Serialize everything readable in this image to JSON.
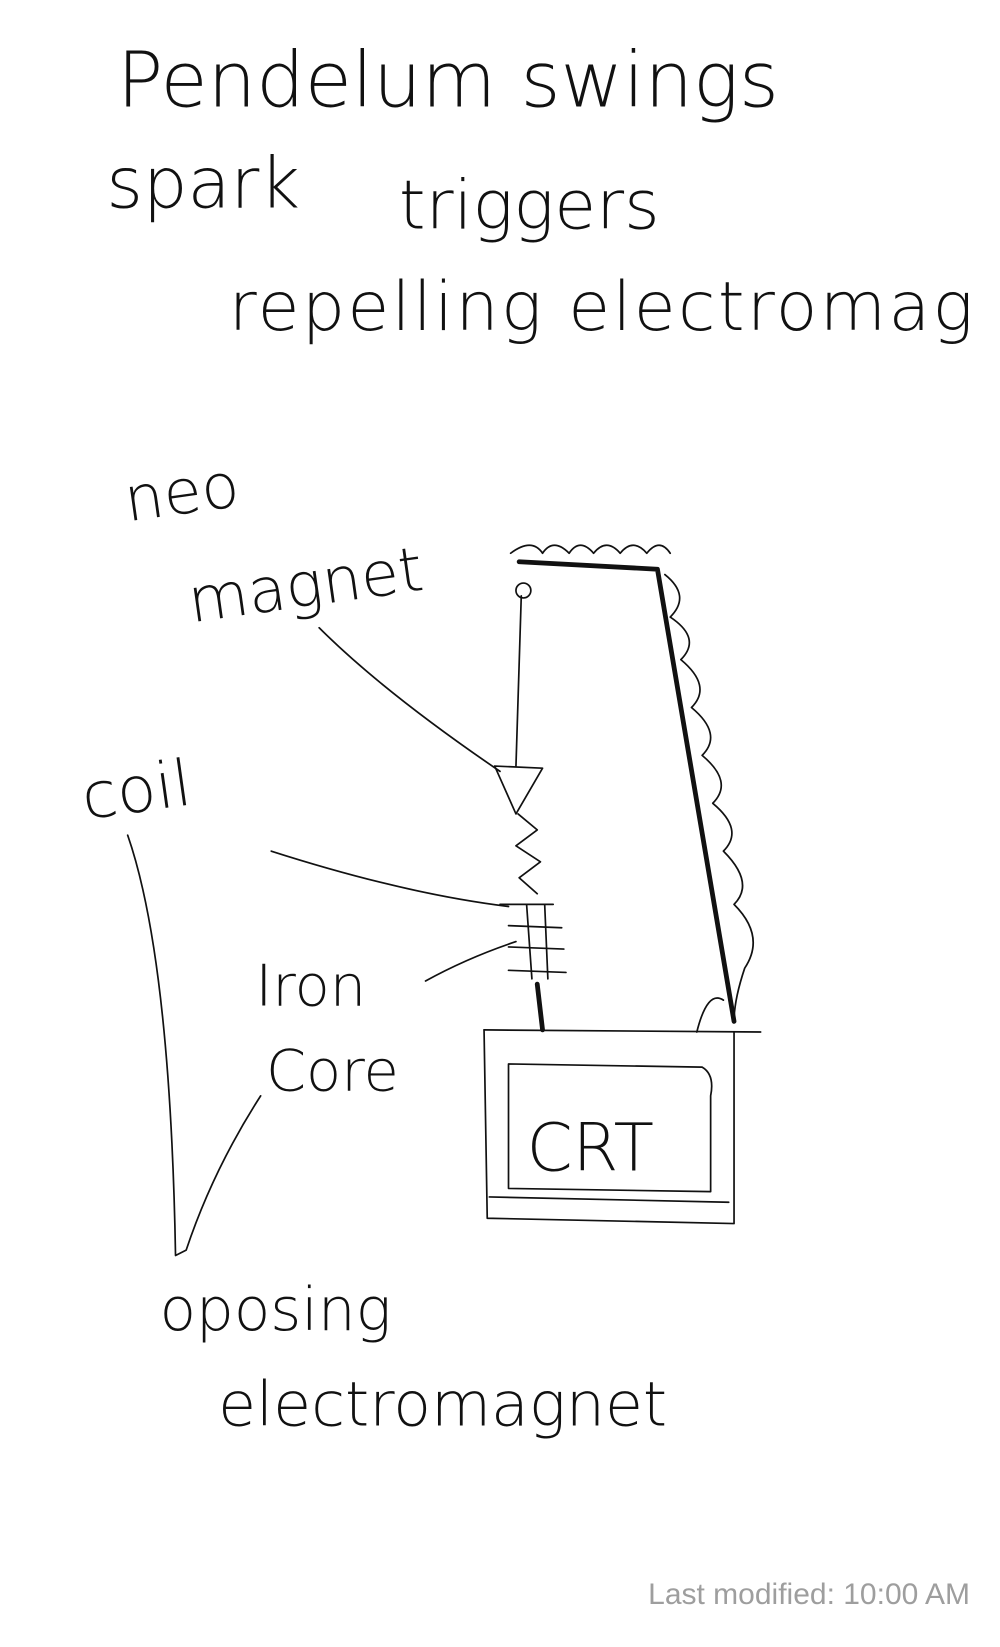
{
  "sketch": {
    "title_line1": "Pendelum swings",
    "title_line2a": "spark",
    "title_line2b": "triggers",
    "title_line3": "repelling electromag",
    "label_neo": "neo",
    "label_magnet": "magnet",
    "label_coil": "coil",
    "label_iron": "Iron",
    "label_core": "Core",
    "label_crt": "CRT",
    "label_oposing": "oposing",
    "label_electromagnet": "electromagnet"
  },
  "footer": {
    "last_modified": "Last modified: 10:00 AM"
  }
}
